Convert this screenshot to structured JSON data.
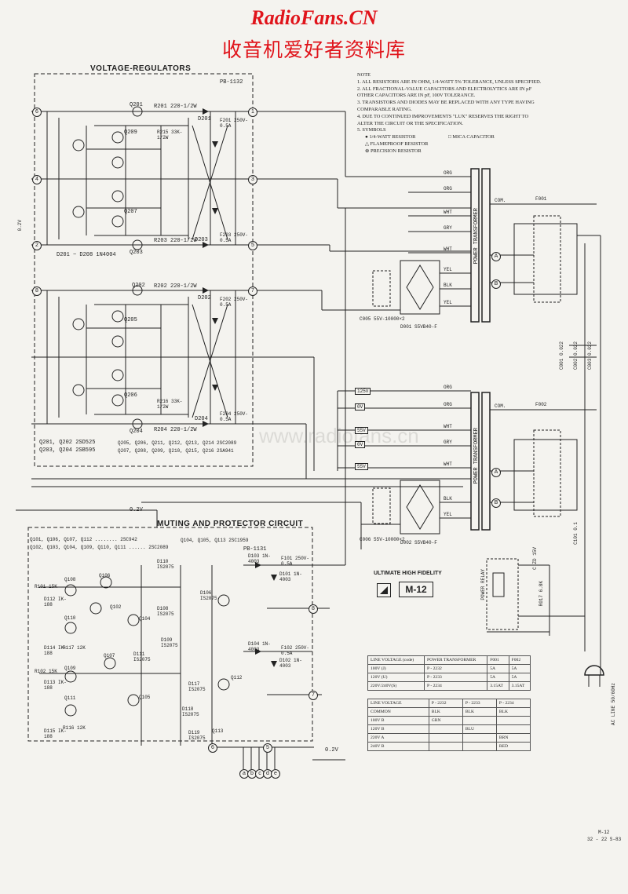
{
  "header": {
    "site": "RadioFans.CN",
    "subtitle": "收音机爱好者资料库"
  },
  "watermark": "www.radiofans.cn",
  "voltage_regulators": {
    "title": "VOLTAGE-REGULATORS",
    "board": "PB-1132",
    "diode_note": "D201 ~ D208  1N4004",
    "transistor_lines": [
      "Q201, Q202   2SD525",
      "Q203, Q204   2SB595"
    ],
    "transistor_lines_right": [
      "Q205, Q206, Q211, Q212, Q213, Q214   2SC2089",
      "Q207, Q208, Q209, Q210, Q215, Q216   2SA941"
    ],
    "parts": {
      "q201": "Q201",
      "q202": "Q202",
      "q203": "Q203",
      "q204": "Q204",
      "r201": "R201 220-1/2W",
      "r202": "R202 220-1/2W",
      "r203": "R203 220-1/2W",
      "r204": "R204 220-1/2W",
      "d201": "D201",
      "d202": "D202",
      "d203": "D203",
      "d204": "D204",
      "f201": "F201 250V-0.5A",
      "f202": "F202 250V-0.5A",
      "f203": "F203 250V-0.5A",
      "f204": "F204 250V-0.5A",
      "q209": "Q209",
      "q207": "Q207",
      "q205": "Q205",
      "q206": "Q206",
      "r215": "R215 33K-1/2W",
      "r216": "R216 33K-1/2W"
    },
    "terminals": [
      "6",
      "4",
      "2",
      "8",
      "1",
      "3",
      "5",
      "7"
    ],
    "side_label": "0.2V"
  },
  "notes": {
    "title": "NOTE",
    "items": [
      "1. ALL RESISTORS ARE IN OHM, 1/4-WATT 5% TOLERANCE, UNLESS SPECIFIED.",
      "2. ALL FRACTIONAL-VALUE CAPACITORS AND ELECTROLYTICS ARE IN µF",
      "   OTHER CAPACITORS ARE IN pF, 100V TOLERANCE.",
      "3. TRANSISTORS AND DIODES MAY BE REPLACED WITH ANY TYPE HAVING",
      "   COMPARABLE RATING.",
      "4. DUE TO CONTINUED IMPROVEMENTS \"LUX\" RESERVES THE RIGHT TO",
      "   ALTER THE CIRCUIT OR THE SPECIFICATION.",
      "5. SYMBOLS"
    ],
    "symbols": [
      "● 1/4-WATT RESISTOR",
      "□ MICA CAPACITOR",
      "△ FLAMEPROOF RESISTOR",
      "⊕ PRECISION RESISTOR"
    ]
  },
  "power": {
    "transformer_label": "POWER TRANSFORMER",
    "wires_top": [
      "ORG",
      "ORG",
      "WHT",
      "GRY",
      "WHT",
      "YEL",
      "BLK",
      "YEL"
    ],
    "wires_bottom": [
      "ORG",
      "ORG",
      "WHT",
      "GRY",
      "WHT",
      "BLK",
      "YEL"
    ],
    "tap_labels": [
      "125V",
      "0V",
      "55V",
      "0V",
      "55V"
    ],
    "com": "COM.",
    "f001": "F001",
    "f002": "F002",
    "c001": "C001 0.022",
    "c002": "C002 0.022",
    "c003": "C003 0.022",
    "c005": "C005 55V-10000×2",
    "c006": "C006 55V-10000×2",
    "d001": "D001 S5VB40-F",
    "d002": "D002 S5VB40-F",
    "relay": "POWER RELAY",
    "relay_r": "R017 6.8K",
    "d0": "C ZD 15V",
    "ac_line": "AC LINE 50/60Hz",
    "fuse_note": "C101 0.1",
    "markers": [
      "A",
      "B",
      "A",
      "B"
    ]
  },
  "muting": {
    "title": "MUTING AND PROTECTOR CIRCUIT",
    "board": "PB-1131",
    "voltage": "0.2V",
    "transistor_left": [
      "Q101, Q106, Q107, Q112 ........ 2SC942",
      "Q102, Q103, Q104, Q109, Q110, Q111 ...... 2SC2089"
    ],
    "transistor_right": "Q104, Q105, Q113  2SC1959",
    "parts": {
      "q108": "Q108",
      "q106": "Q106",
      "q110": "Q110",
      "q102": "Q102",
      "q104": "Q104",
      "q107": "Q107",
      "q109": "Q109",
      "q111": "Q111",
      "q105": "Q105",
      "q112": "Q112",
      "q113": "Q113",
      "d103": "D103 1N-4003",
      "d101": "D101 1N-4003",
      "d104": "D104 1N-4003",
      "d102": "D102 1N-4003",
      "d110": "D110 IS2075",
      "d108": "D108 IS2075",
      "d109": "D109 IS2075",
      "d111": "D111 IS2075",
      "d117": "D117 IS2075",
      "d118": "D118 IS2075",
      "d119": "D119 IS2075",
      "d106": "D106 IS2075",
      "f101": "F101 250V-0.5A",
      "f102": "F102 250V-0.5A",
      "d112": "D112 IK-188",
      "d114": "D114 IK-188",
      "d113": "D113 IK-188",
      "d115": "D115 IK-188",
      "r101": "R101 15K",
      "r102": "R102 15K",
      "r117": "R117 12K",
      "r116": "R116 12K"
    },
    "terminals": [
      "6",
      "8",
      "7",
      "5"
    ],
    "bottom_terminals": [
      "a",
      "b",
      "c",
      "d",
      "e"
    ]
  },
  "model": {
    "line1": "ULTIMATE HIGH FIDELITY",
    "name": "M-12"
  },
  "table1": {
    "headers": [
      "LINE VOLTAGE (code)",
      "POWER TRANSFORMER",
      "F001",
      "F002"
    ],
    "rows": [
      [
        "100V  (J)",
        "P - 2232",
        "5A",
        "5A"
      ],
      [
        "120V  (U)",
        "P - 2233",
        "5A",
        "5A"
      ],
      [
        "220V/240V(S)",
        "P - 2234",
        "3.15AT",
        "3.15AT"
      ]
    ]
  },
  "table2": {
    "headers": [
      "LINE VOLTAGE",
      "P - 2232",
      "P - 2233",
      "P - 2234"
    ],
    "rows": [
      [
        "COMMON",
        "BLK",
        "BLK",
        "BLK"
      ],
      [
        "100V  B",
        "GRN",
        "",
        ""
      ],
      [
        "120V  B",
        "",
        "BLU",
        ""
      ],
      [
        "220V  A",
        "",
        "",
        "BRN"
      ],
      [
        "240V  B",
        "",
        "",
        "RED"
      ]
    ]
  },
  "footer": {
    "code1": "M-12",
    "code2": "32 - 22  S-83"
  }
}
